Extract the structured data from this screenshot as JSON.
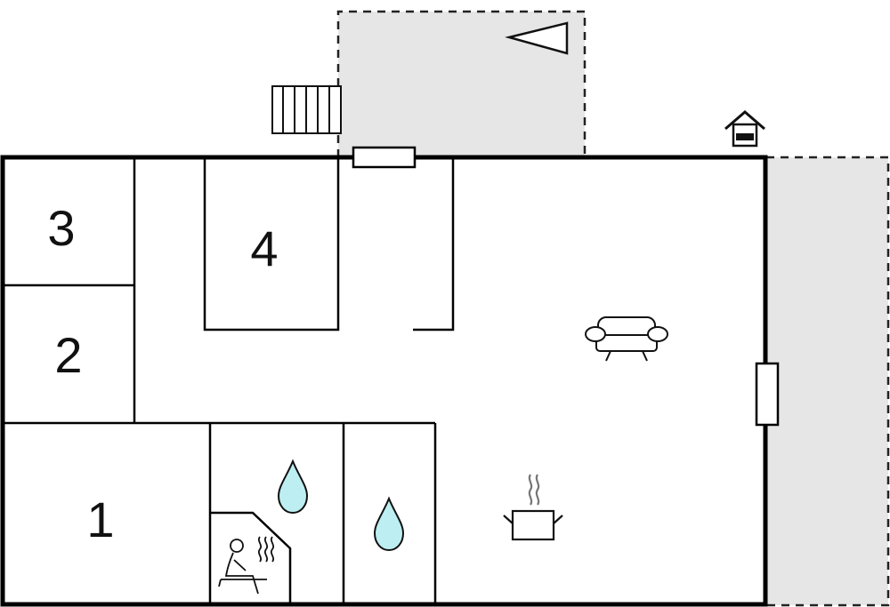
{
  "floorplan": {
    "rooms": [
      {
        "id": "room-1",
        "label": "1"
      },
      {
        "id": "room-2",
        "label": "2"
      },
      {
        "id": "room-3",
        "label": "3"
      },
      {
        "id": "room-4",
        "label": "4"
      }
    ],
    "icons": [
      "compass-arrow-icon",
      "stairs-icon",
      "house-entrance-icon",
      "sofa-icon",
      "cooking-pot-icon",
      "water-drop-icon",
      "sauna-icon"
    ],
    "colors": {
      "wall": "#000000",
      "terrace_fill": "#e6e6e6",
      "water_drop": "#bdeef2"
    }
  }
}
